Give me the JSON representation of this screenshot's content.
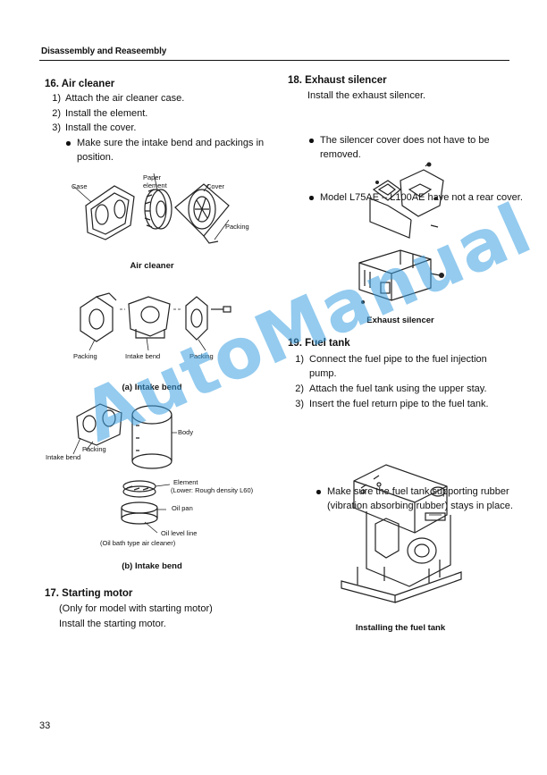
{
  "header": {
    "title": "Disassembly and Reaseembly"
  },
  "section16": {
    "title": "16. Air cleaner",
    "steps": [
      {
        "num": "1)",
        "text": "Attach the air cleaner case."
      },
      {
        "num": "2)",
        "text": "Install the element."
      },
      {
        "num": "3)",
        "text": "Install the cover."
      }
    ],
    "bullet": "Make sure the intake bend and packings in position.",
    "fig1": {
      "labels": {
        "case": "Case",
        "paper_element": "Paper element",
        "cover": "Cover",
        "packing": "Packing"
      },
      "caption": "Air cleaner"
    },
    "fig2": {
      "labels": {
        "packing_left": "Packing",
        "intake_bend": "Intake bend",
        "packing_right": "Packing"
      },
      "caption": "(a) Intake bend"
    },
    "fig3": {
      "labels": {
        "body": "Body",
        "packing": "Packing",
        "intake_bend": "Intake bend",
        "element": "Element",
        "element_note": "(Lower: Rough density L60)",
        "oil_pan": "Oil pan",
        "oil_level": "Oil level line",
        "type": "(Oil bath type air cleaner)"
      },
      "caption": "(b) Intake bend"
    }
  },
  "section17": {
    "title": "17. Starting motor",
    "lines": [
      "(Only for model with starting motor)",
      "Install the starting motor."
    ]
  },
  "section18": {
    "title": "18. Exhaust silencer",
    "intro": "Install the exhaust silencer.",
    "bullets": [
      "The silencer cover does not have to be removed.",
      "Model L75AE – L100AE have not a rear cover."
    ],
    "caption": "Exhaust silencer"
  },
  "section19": {
    "title": "19. Fuel tank",
    "steps": [
      {
        "num": "1)",
        "text": "Connect the fuel pipe to the fuel injection pump."
      },
      {
        "num": "2)",
        "text": "Attach the fuel tank using the upper stay."
      },
      {
        "num": "3)",
        "text": "Insert the fuel return pipe to the fuel tank."
      }
    ],
    "bullet": "Make sure the fuel tank supporting rubber (vibration absorbing rubber) stays in place.",
    "caption": "Installing the fuel tank"
  },
  "watermark": "AutoManual",
  "page_number": "33"
}
